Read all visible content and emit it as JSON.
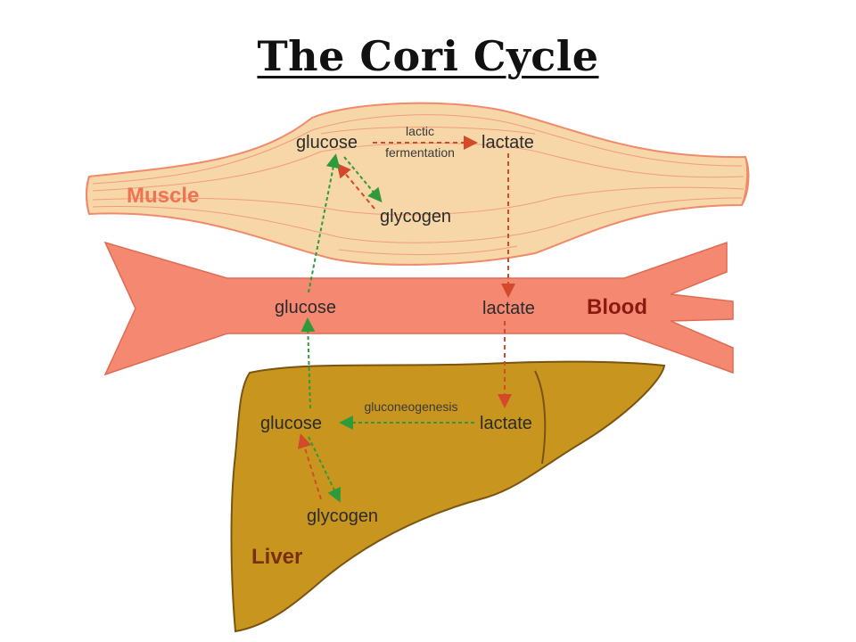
{
  "title": "The Cori Cycle",
  "organs": {
    "muscle": "Muscle",
    "blood": "Blood",
    "liver": "Liver"
  },
  "muscle": {
    "glucose": "glucose",
    "lactate": "lactate",
    "glycogen": "glycogen",
    "process_line1": "lactic",
    "process_line2": "fermentation"
  },
  "blood": {
    "glucose": "glucose",
    "lactate": "lactate"
  },
  "liver": {
    "glucose": "glucose",
    "lactate": "lactate",
    "glycogen": "glycogen",
    "process": "gluconeogenesis"
  },
  "colors": {
    "muscle_fill": "#f7d6a8",
    "muscle_stroke": "#f08a6a",
    "blood_fill": "#f58870",
    "liver_fill": "#c8961f",
    "liver_stroke": "#7a5410",
    "arrow_red": "#d24a2a",
    "arrow_green": "#2f9a3a",
    "muscle_label": "#ef7352",
    "blood_label": "#8a1a10",
    "liver_label": "#7a2f0c"
  }
}
